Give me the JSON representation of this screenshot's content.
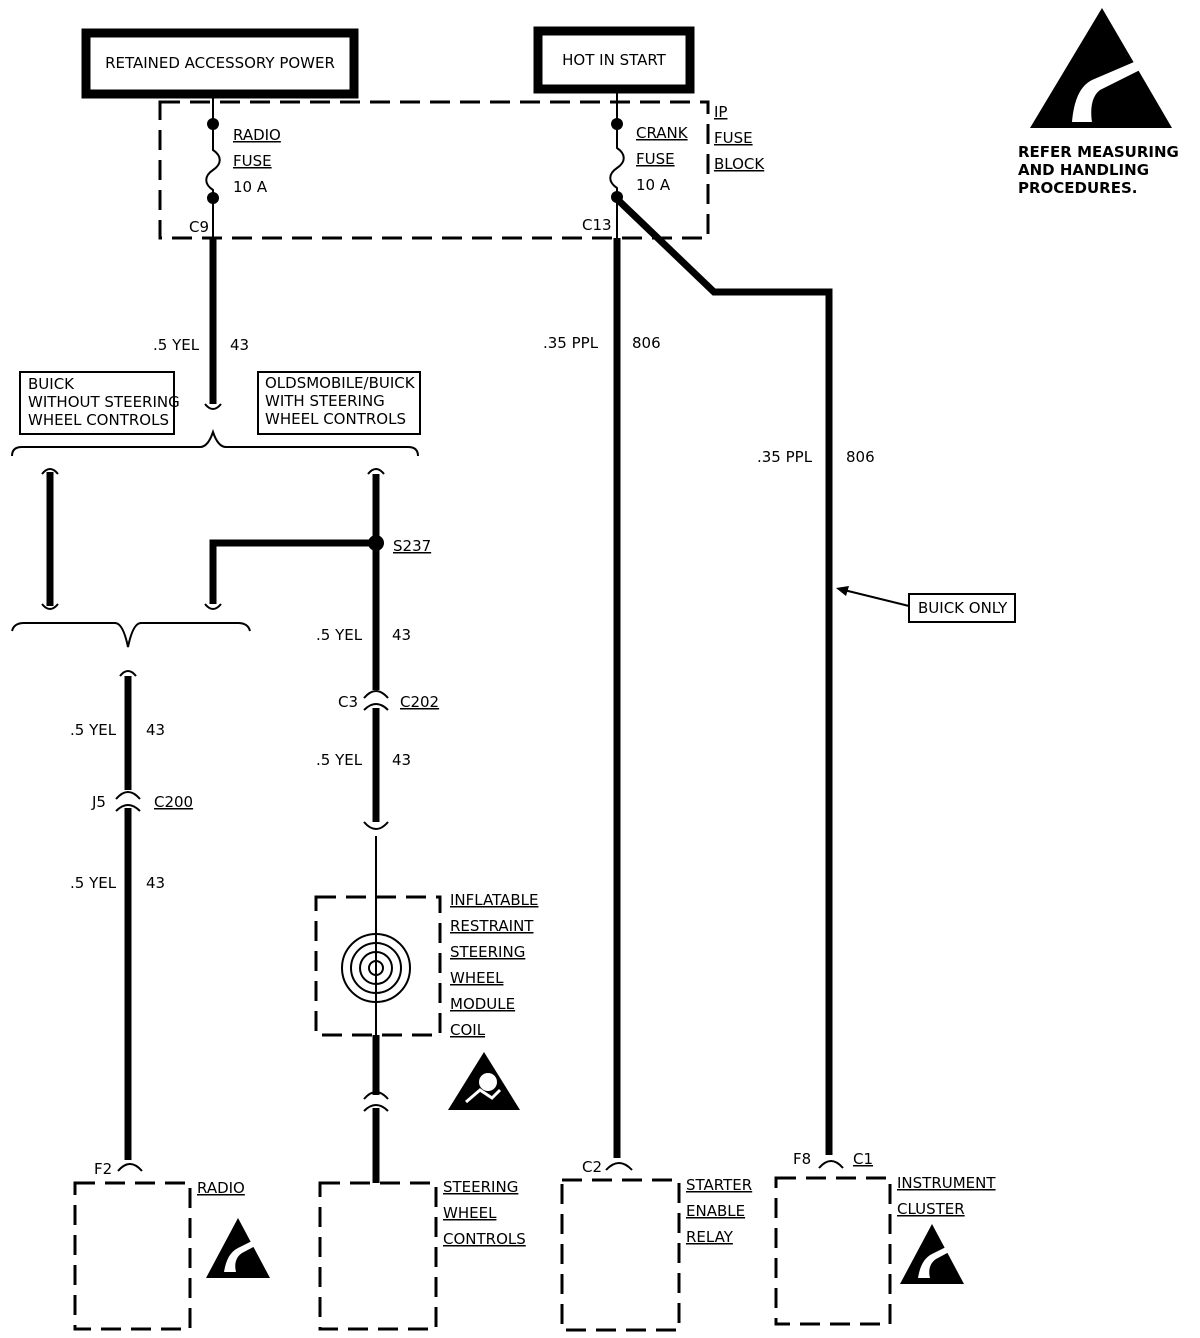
{
  "power_sources": {
    "retained_accessory_power": "RETAINED ACCESSORY POWER",
    "hot_in_start": "HOT IN START"
  },
  "esd_note": {
    "line1": "REFER MEASURING",
    "line2": "AND HANDLING",
    "line3": "PROCEDURES."
  },
  "fuse_block": {
    "label_1": "IP",
    "label_2": "FUSE",
    "label_3": "BLOCK",
    "radio_fuse": {
      "line1": "RADIO",
      "line2": "FUSE",
      "rating": "10 A",
      "terminal": "C9"
    },
    "crank_fuse": {
      "line1": "CRANK",
      "line2": "FUSE",
      "rating": "10 A",
      "terminal": "C13"
    }
  },
  "wire_labels": {
    "yel": ".5 YEL",
    "yel_circuit": "43",
    "ppl": ".35 PPL",
    "ppl_circuit": "806"
  },
  "options": {
    "buick_no_controls": {
      "line1": "BUICK",
      "line2": "WITHOUT STEERING",
      "line3": "WHEEL CONTROLS"
    },
    "olds_buick_controls": {
      "line1": "OLDSMOBILE/BUICK",
      "line2": "WITH STEERING",
      "line3": "WHEEL CONTROLS"
    }
  },
  "splice": "S237",
  "connectors": {
    "c3": "C3",
    "c202": "C202",
    "j5": "J5",
    "c200": "C200",
    "f2": "F2",
    "c2": "C2",
    "f8": "F8",
    "c1": "C1"
  },
  "buick_only": "BUICK ONLY",
  "coil": {
    "line1": "INFLATABLE",
    "line2": "RESTRAINT",
    "line3": "STEERING",
    "line4": "WHEEL",
    "line5": "MODULE",
    "line6": "COIL"
  },
  "components": {
    "radio": "RADIO",
    "steering_controls": {
      "line1": "STEERING",
      "line2": "WHEEL",
      "line3": "CONTROLS"
    },
    "starter_relay": {
      "line1": "STARTER",
      "line2": "ENABLE",
      "line3": "RELAY"
    },
    "cluster": {
      "line1": "INSTRUMENT",
      "line2": "CLUSTER"
    }
  }
}
